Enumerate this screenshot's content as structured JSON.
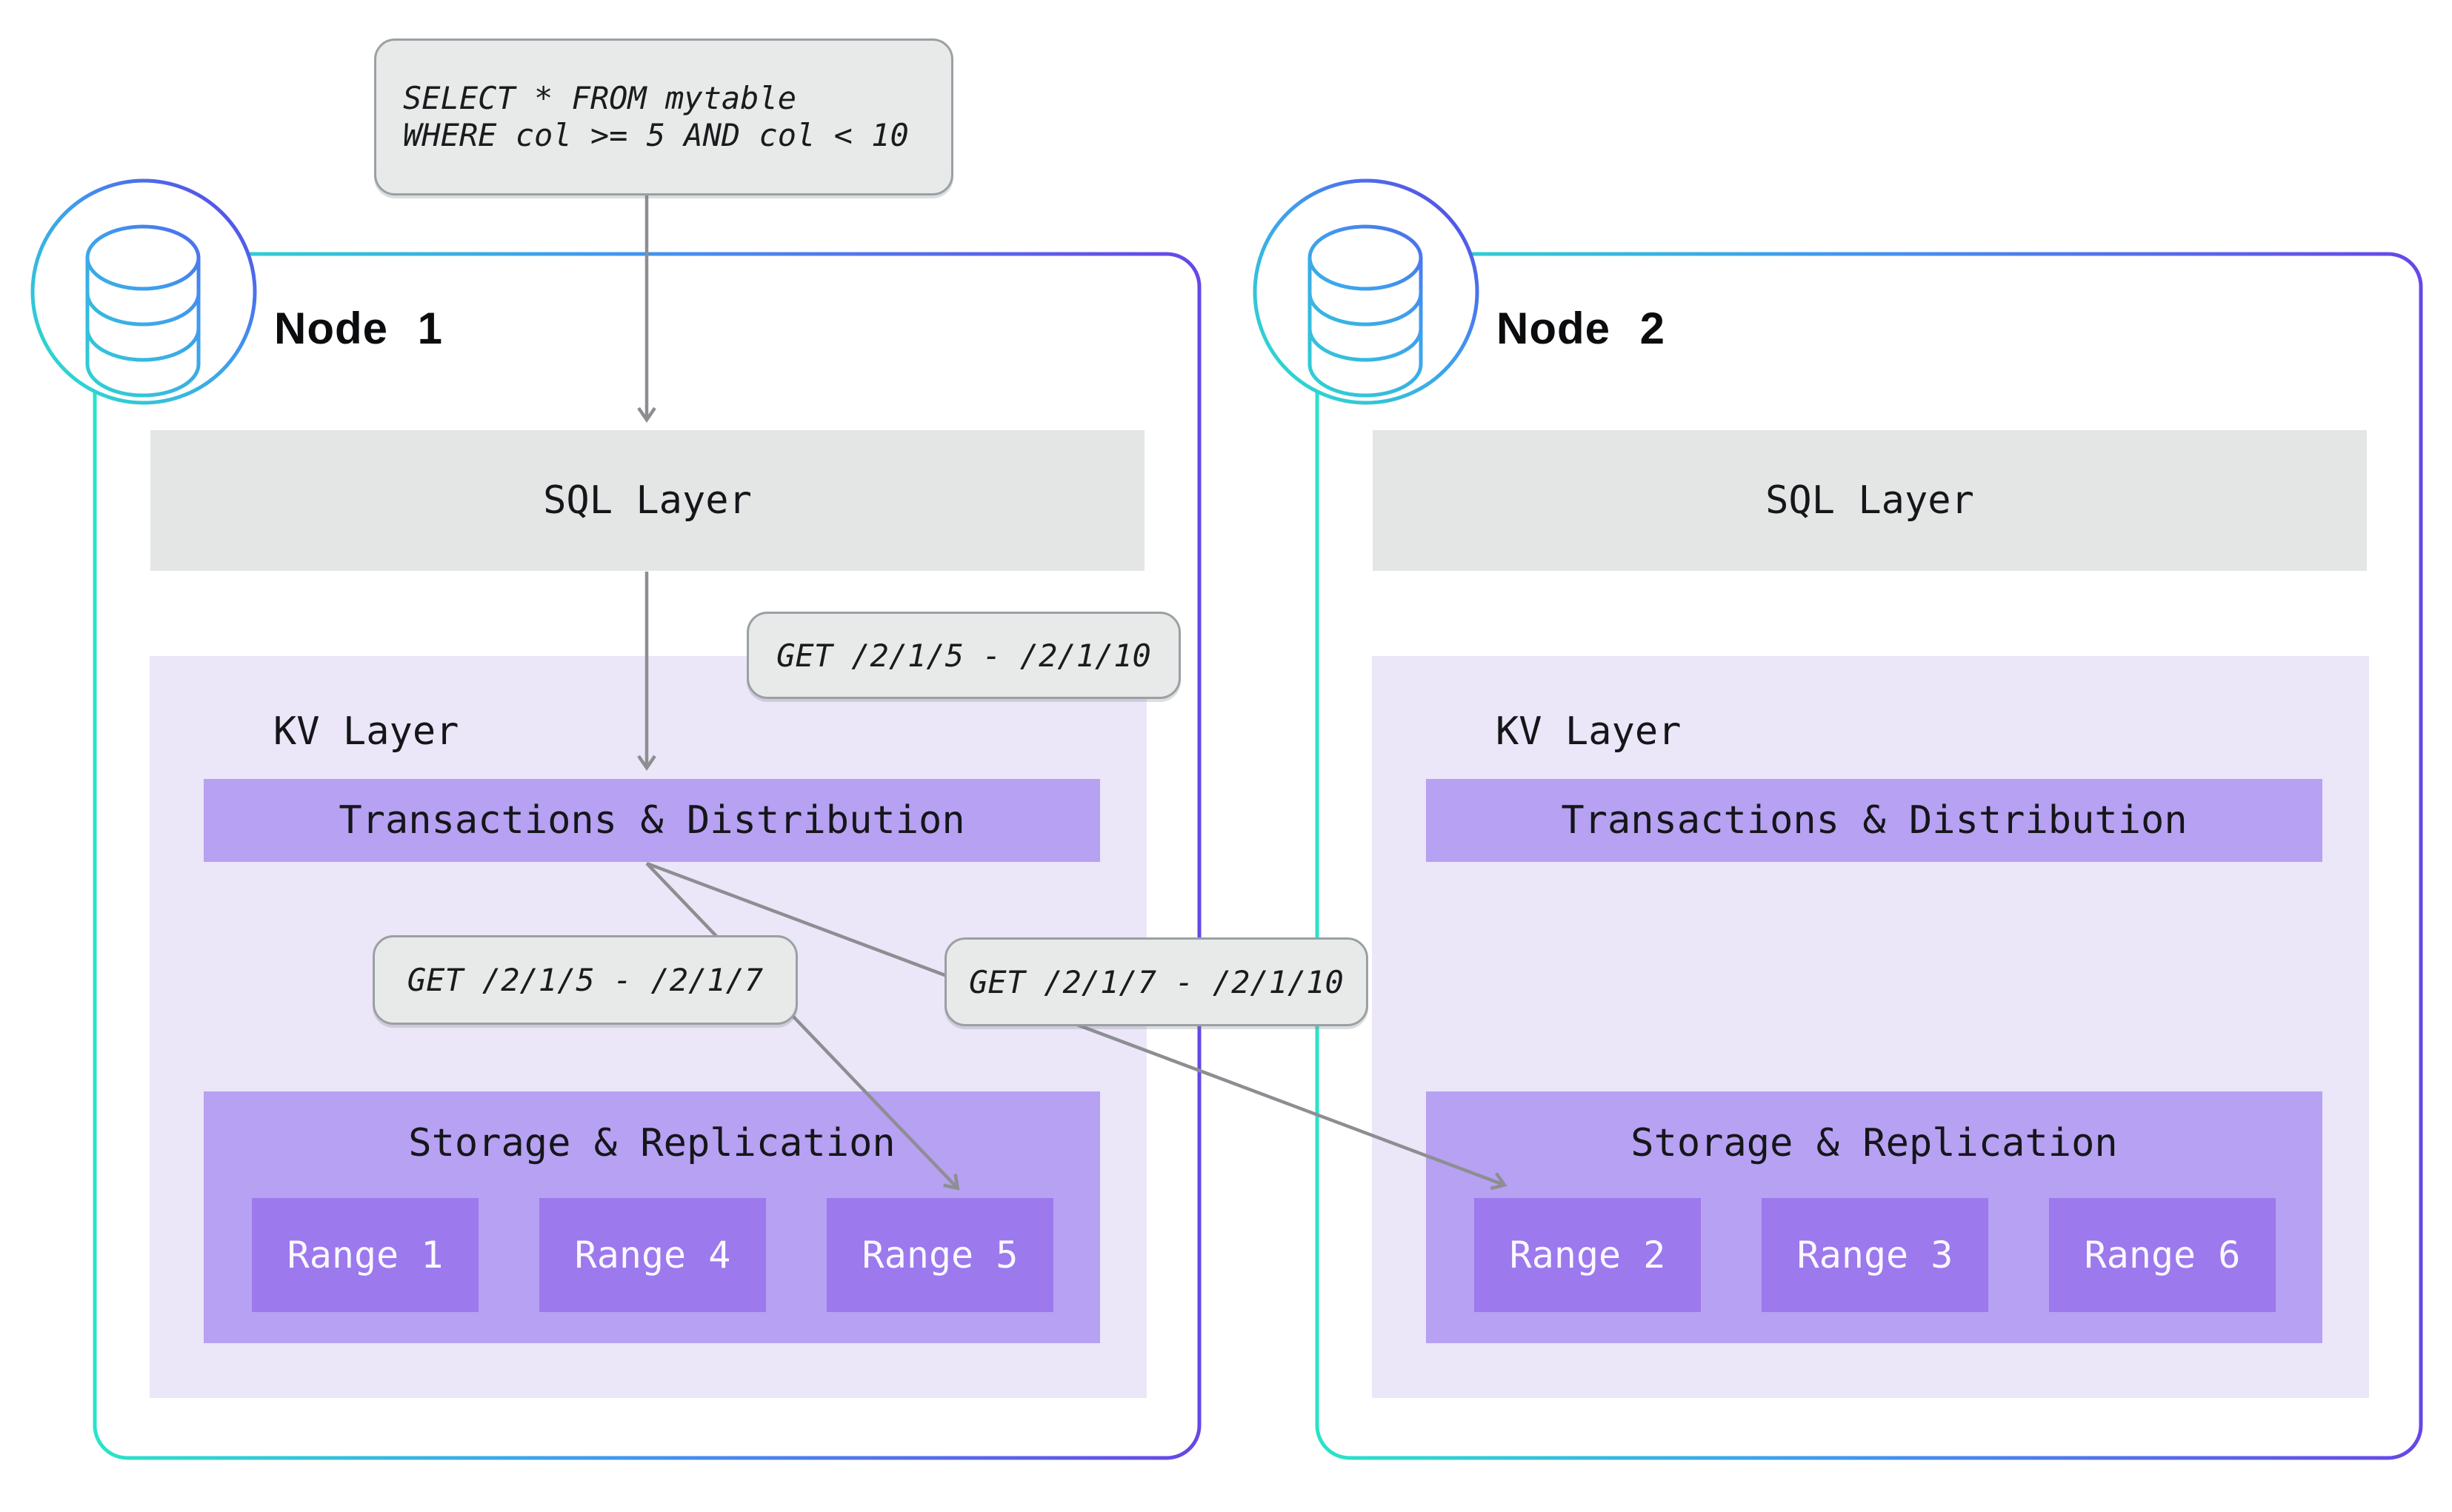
{
  "diagram": {
    "query": {
      "line1": "SELECT * FROM mytable",
      "line2": "WHERE col >= 5 AND col < 10"
    },
    "get_labels": {
      "full": "GET /2/1/5 - /2/1/10",
      "left": "GET /2/1/5 - /2/1/7",
      "right": "GET /2/1/7 - /2/1/10"
    }
  },
  "nodes": [
    {
      "name": "Node 1",
      "sql": "SQL Layer",
      "kv": "KV Layer",
      "txn": "Transactions & Distribution",
      "storage": "Storage & Replication",
      "ranges": [
        "Range 1",
        "Range 4",
        "Range 5"
      ]
    },
    {
      "name": "Node 2",
      "sql": "SQL Layer",
      "kv": "KV Layer",
      "txn": "Transactions & Distribution",
      "storage": "Storage & Replication",
      "ranges": [
        "Range 2",
        "Range 3",
        "Range 6"
      ]
    }
  ],
  "colors": {
    "accent_teal": "#2ae3c8",
    "accent_blue": "#3f9bef",
    "accent_indigo": "#6747e6",
    "layer_gray": "#e4e5e5",
    "kv_lavender": "#ebe6f8",
    "box_purple": "#b7a1f2",
    "range_purple": "#9c79ec",
    "label_bg": "#e8e9e9",
    "label_border": "#9aa0a4",
    "arrow_gray": "#8d8e92"
  }
}
